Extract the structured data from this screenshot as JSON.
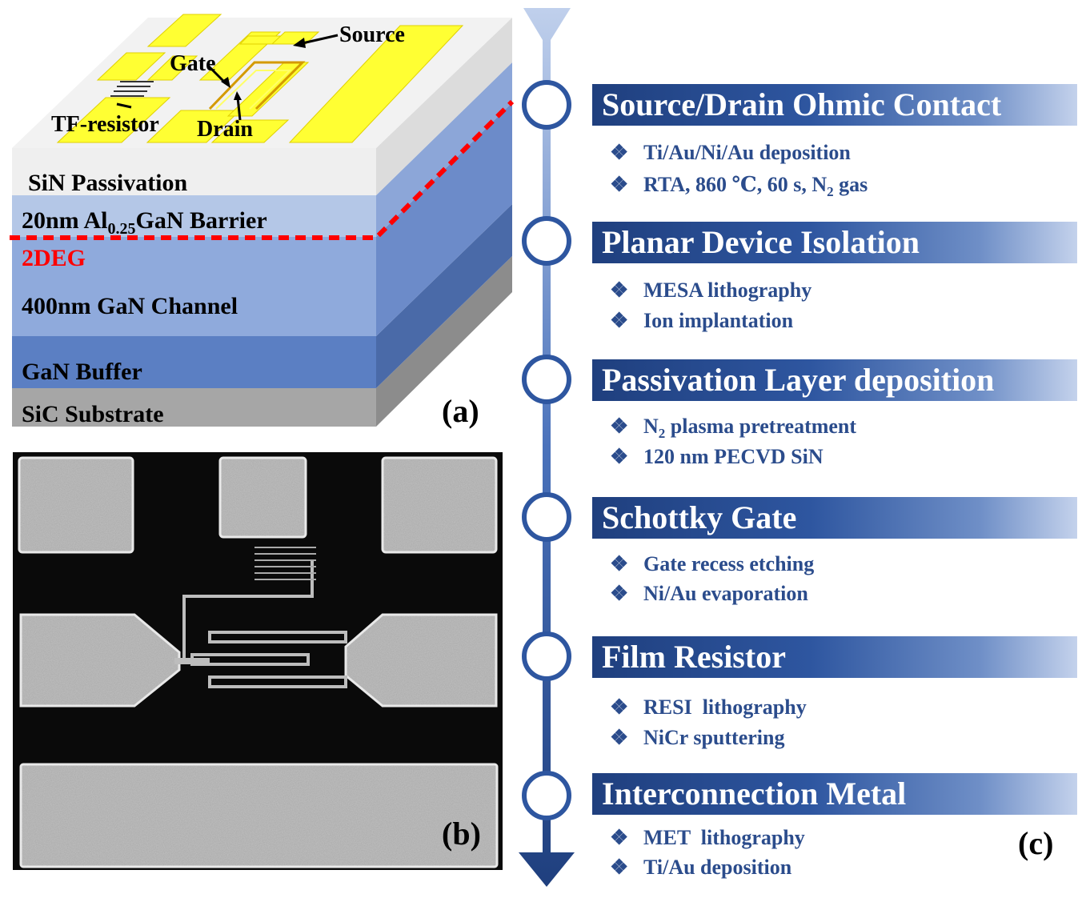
{
  "diagram_a": {
    "labels": {
      "source": "Source",
      "gate": "Gate",
      "drain": "Drain",
      "tf_resistor": "TF-resistor"
    },
    "layers": {
      "sin": "SiN Passivation",
      "barrier_pre": "20nm Al",
      "barrier_sub": "0.25",
      "barrier_post": "GaN Barrier",
      "twodeg": "2DEG",
      "channel": "400nm GaN Channel",
      "buffer": "GaN Buffer",
      "substrate": "SiC Substrate"
    },
    "colors": {
      "metal": "#ffff33",
      "sin": "#efefef",
      "barrier": "#b4c7e7",
      "channel": "#8faadc",
      "buffer": "#5b7fc3",
      "substrate": "#a6a6a6",
      "twodeg_line": "#ff0000"
    }
  },
  "panel_labels": {
    "a": "(a)",
    "b": "(b)",
    "c": "(c)"
  },
  "process": {
    "steps": [
      {
        "title": "Source/Drain Ohmic Contact",
        "bullets": [
          {
            "text": "Ti/Au/Ni/Au deposition"
          },
          {
            "pre": "RTA, 860 ℃, 60 s, N",
            "sub": "2",
            "post": " gas"
          }
        ]
      },
      {
        "title": "Planar Device Isolation",
        "bullets": [
          {
            "text": "MESA lithography"
          },
          {
            "text": "Ion implantation"
          }
        ]
      },
      {
        "title": "Passivation Layer deposition",
        "bullets": [
          {
            "pre": "N",
            "sub": "2",
            "post": " plasma pretreatment"
          },
          {
            "text": "120 nm PECVD SiN"
          }
        ]
      },
      {
        "title": "Schottky Gate",
        "bullets": [
          {
            "text": "Gate recess etching"
          },
          {
            "text": "Ni/Au evaporation"
          }
        ]
      },
      {
        "title": "Film Resistor",
        "bullets": [
          {
            "text": "RESI  lithography"
          },
          {
            "text": "NiCr sputtering"
          }
        ]
      },
      {
        "title": "Interconnection Metal",
        "bullets": [
          {
            "text": "MET  lithography"
          },
          {
            "text": "Ti/Au deposition"
          }
        ]
      }
    ],
    "bullet_mark": "❖",
    "colors": {
      "arrow_top": "#c0d0ec",
      "arrow_bottom": "#1f3f7e",
      "circle_stroke": "#2e56a0"
    }
  }
}
